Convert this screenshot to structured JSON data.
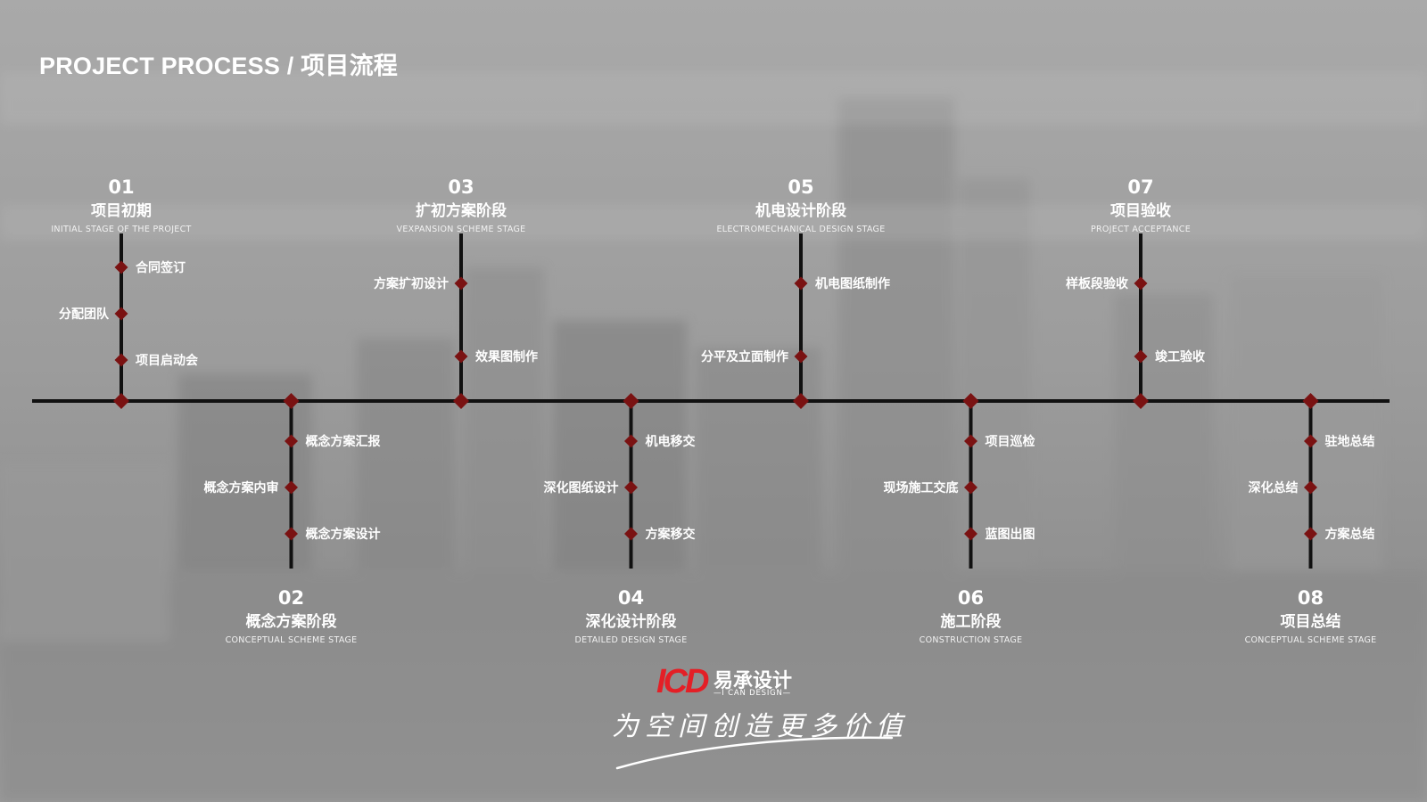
{
  "title": "PROJECT PROCESS / 项目流程",
  "stages": [
    {
      "num": "01",
      "name": "项目初期",
      "en": "INITIAL STAGE OF THE PROJECT",
      "side": "top",
      "tasks": [
        {
          "label": "合同签订",
          "side": "right"
        },
        {
          "label": "分配团队",
          "side": "left"
        },
        {
          "label": "项目启动会",
          "side": "right"
        }
      ]
    },
    {
      "num": "02",
      "name": "概念方案阶段",
      "en": "CONCEPTUAL SCHEME STAGE",
      "side": "bottom",
      "tasks": [
        {
          "label": "概念方案汇报",
          "side": "right"
        },
        {
          "label": "概念方案内审",
          "side": "left"
        },
        {
          "label": "概念方案设计",
          "side": "right"
        }
      ]
    },
    {
      "num": "03",
      "name": "扩初方案阶段",
      "en": "VEXPANSION SCHEME STAGE",
      "side": "top",
      "tasks": [
        {
          "label": "方案扩初设计",
          "side": "left"
        },
        {
          "label": "效果图制作",
          "side": "right"
        }
      ]
    },
    {
      "num": "04",
      "name": "深化设计阶段",
      "en": "DETAILED DESIGN STAGE",
      "side": "bottom",
      "tasks": [
        {
          "label": "机电移交",
          "side": "right"
        },
        {
          "label": "深化图纸设计",
          "side": "left"
        },
        {
          "label": "方案移交",
          "side": "right"
        }
      ]
    },
    {
      "num": "05",
      "name": "机电设计阶段",
      "en": "ELECTROMECHANICAL DESIGN STAGE",
      "side": "top",
      "tasks": [
        {
          "label": "机电图纸制作",
          "side": "right"
        },
        {
          "label": "分平及立面制作",
          "side": "left"
        }
      ]
    },
    {
      "num": "06",
      "name": "施工阶段",
      "en": "CONSTRUCTION STAGE",
      "side": "bottom",
      "tasks": [
        {
          "label": "项目巡检",
          "side": "right"
        },
        {
          "label": "现场施工交底",
          "side": "left"
        },
        {
          "label": "蓝图出图",
          "side": "right"
        }
      ]
    },
    {
      "num": "07",
      "name": "项目验收",
      "en": "PROJECT ACCEPTANCE",
      "side": "top",
      "tasks": [
        {
          "label": "样板段验收",
          "side": "left"
        },
        {
          "label": "竣工验收",
          "side": "right"
        }
      ]
    },
    {
      "num": "08",
      "name": "项目总结",
      "en": "CONCEPTUAL SCHEME STAGE",
      "side": "bottom",
      "tasks": [
        {
          "label": "驻地总结",
          "side": "right"
        },
        {
          "label": "深化总结",
          "side": "left"
        },
        {
          "label": "方案总结",
          "side": "right"
        }
      ]
    }
  ],
  "brand": {
    "logo": "ICD",
    "name_cn": "易承设计",
    "name_en": "—I CAN DESIGN—"
  },
  "slogan": "为空间创造更多价值",
  "colors": {
    "accent": "#7a1212",
    "line": "#111111",
    "logo": "#e41f26"
  }
}
